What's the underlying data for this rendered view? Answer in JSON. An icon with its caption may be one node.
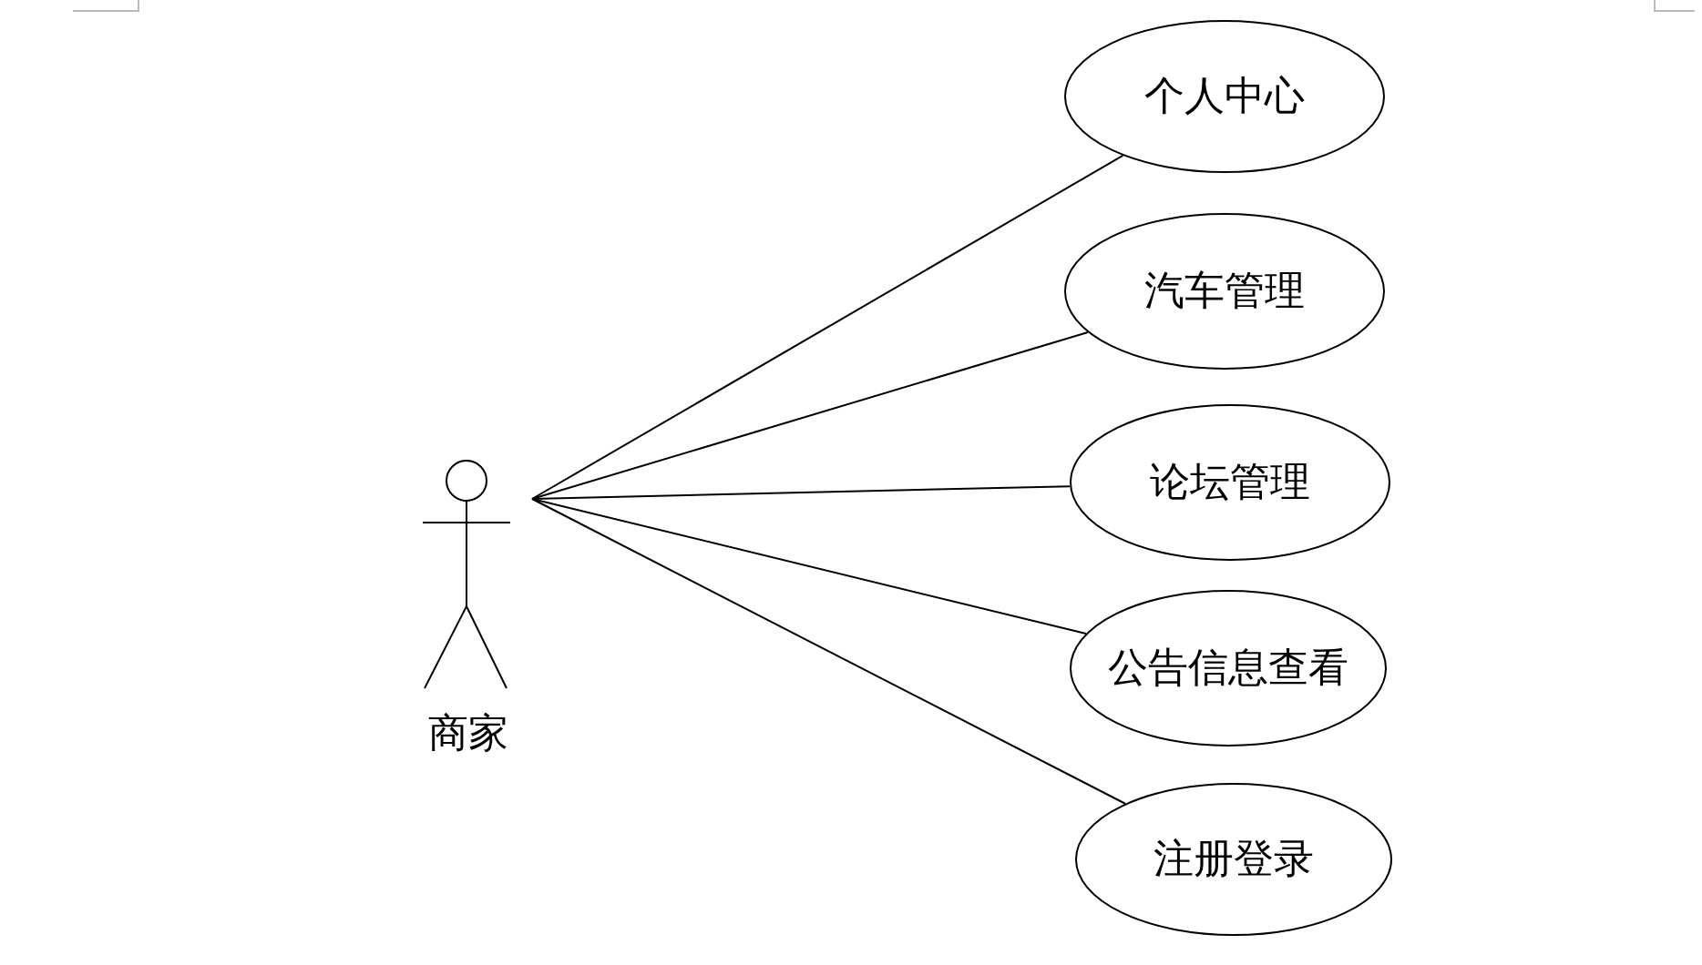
{
  "diagram": {
    "nodes": [
      {
        "text": [
          "商家"
        ]
      },
      {
        "text": [
          "个人中心"
        ]
      },
      {
        "text": [
          "汽车管理"
        ]
      },
      {
        "text": [
          "论坛管理"
        ]
      },
      {
        "text": [
          "公告信息查看"
        ]
      },
      {
        "text": [
          "注册登录"
        ]
      }
    ],
    "edges": [
      {
        "from": 0,
        "to": 1,
        "arrow": "none"
      },
      {
        "from": 0,
        "to": 2,
        "arrow": "none"
      },
      {
        "from": 0,
        "to": 3,
        "arrow": "none"
      },
      {
        "from": 0,
        "to": 4,
        "arrow": "none"
      },
      {
        "from": 0,
        "to": 5,
        "arrow": "none"
      }
    ]
  }
}
